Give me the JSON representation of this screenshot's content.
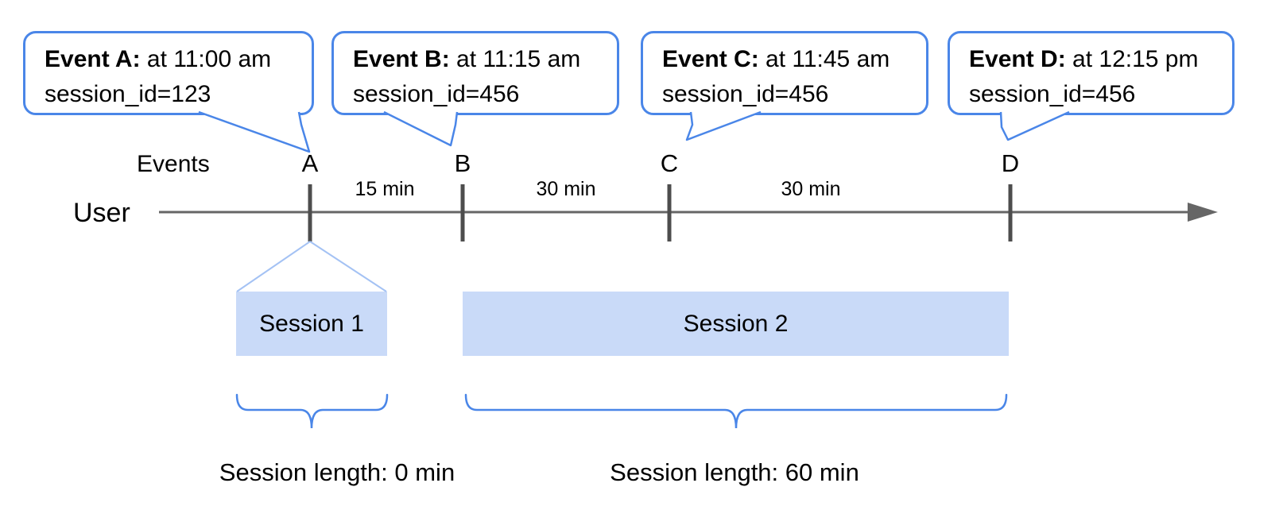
{
  "colors": {
    "accent_blue": "#4a86e8",
    "light_blue_fill": "#c9daf8",
    "funnel_line": "#a4c2f4",
    "timeline_gray": "#666666",
    "tick_gray": "#4d4d4d",
    "text_black": "#000000"
  },
  "labels": {
    "events_axis": "Events",
    "user_axis": "User"
  },
  "events": [
    {
      "label": "A",
      "callout_bold": "Event A:",
      "callout_text": "at 11:00 am",
      "callout_line2": "session_id=123"
    },
    {
      "label": "B",
      "callout_bold": "Event B:",
      "callout_text": "at 11:15 am",
      "callout_line2": "session_id=456"
    },
    {
      "label": "C",
      "callout_bold": "Event C:",
      "callout_text": "at 11:45 am",
      "callout_line2": "session_id=456"
    },
    {
      "label": "D",
      "callout_bold": "Event D:",
      "callout_text": "at 12:15 pm",
      "callout_line2": "session_id=456"
    }
  ],
  "intervals": [
    {
      "label": "15 min"
    },
    {
      "label": "30 min"
    },
    {
      "label": "30 min"
    }
  ],
  "sessions": [
    {
      "label": "Session 1",
      "length_label": "Session length: 0 min"
    },
    {
      "label": "Session 2",
      "length_label": "Session length: 60 min"
    }
  ]
}
